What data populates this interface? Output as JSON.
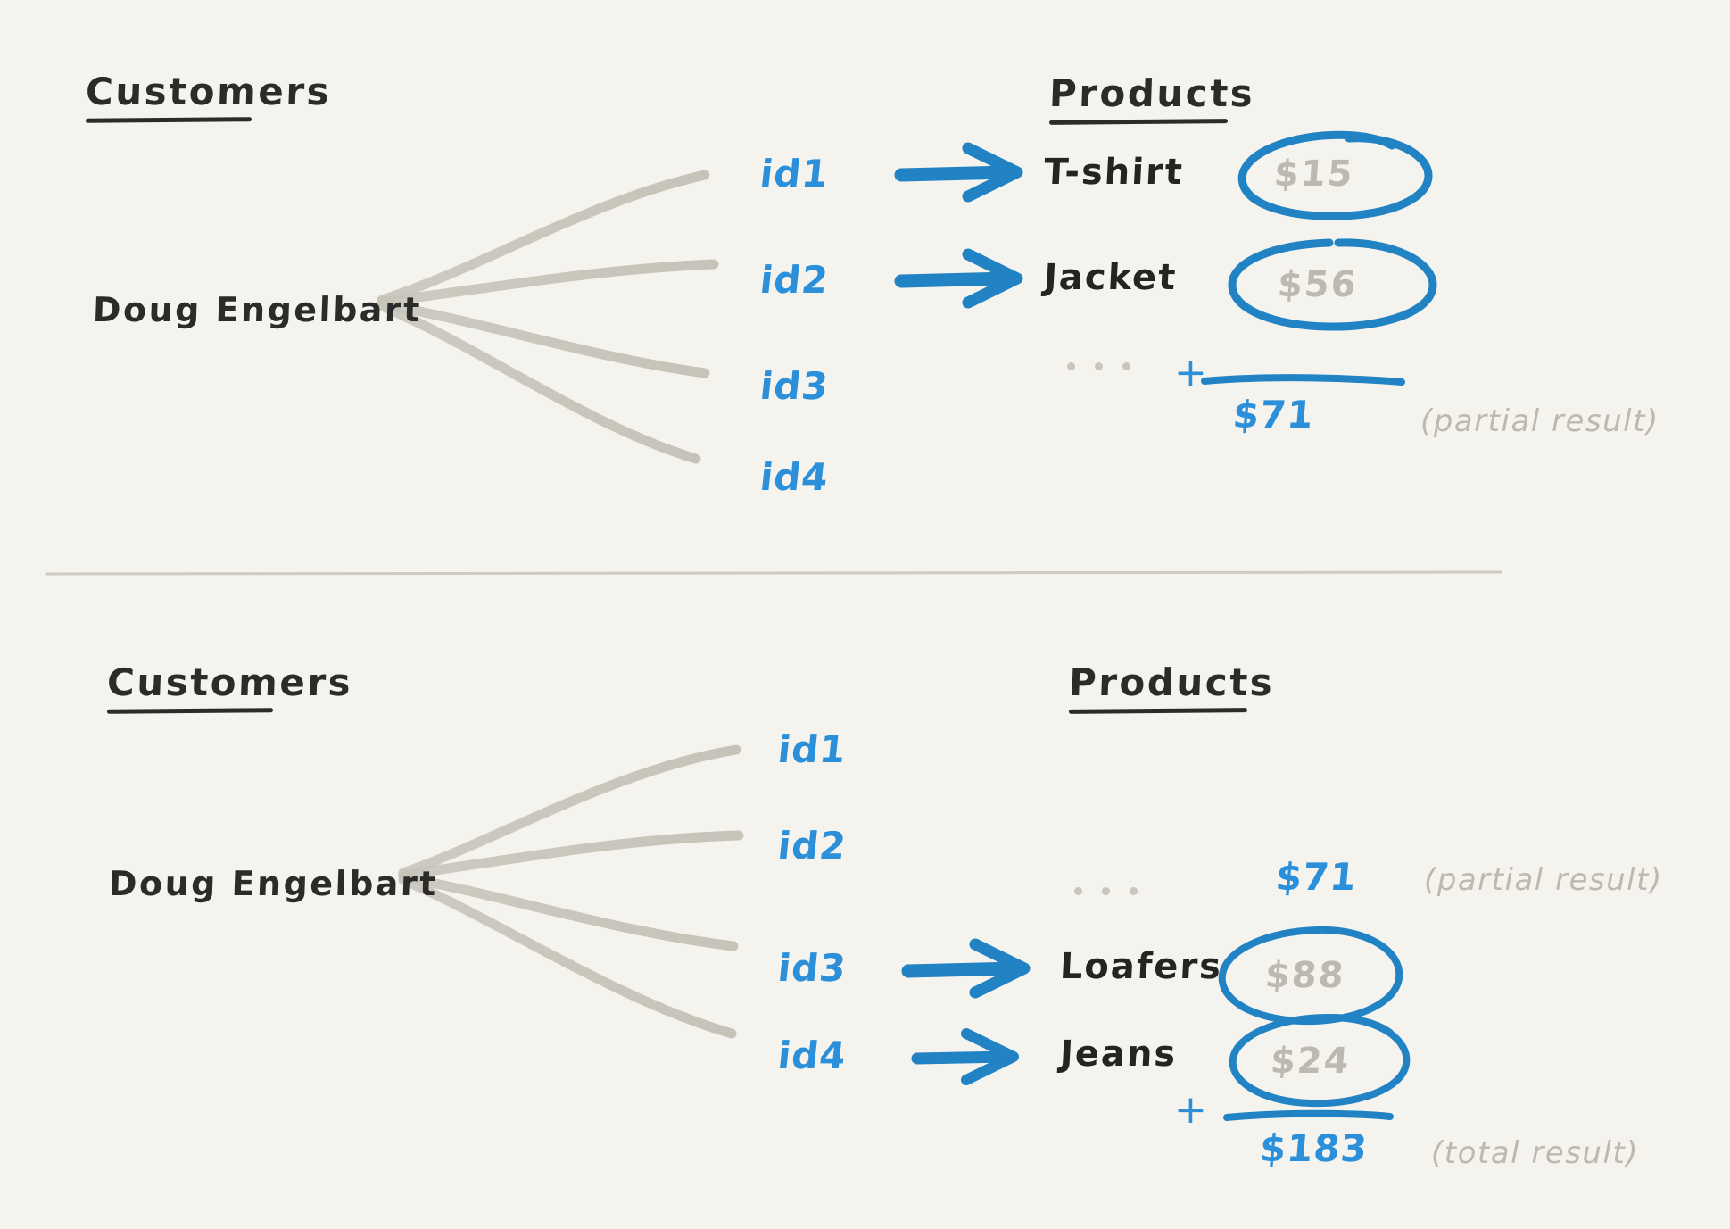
{
  "theme": {
    "background": "#f4f3ee",
    "ink": "#2b2b29",
    "accent_blue": "#2b90d9",
    "muted_grey": "#bcb9b0",
    "fan_line_grey": "#c6c3b9",
    "divider_grey": "#cdcac2"
  },
  "sections": [
    {
      "id": "top",
      "customers_heading": "Customers",
      "products_heading": "Products",
      "customer_name": "Doug Engelbart",
      "ids": [
        "id1",
        "id2",
        "id3",
        "id4"
      ],
      "mapped_rows": [
        {
          "id": "id1",
          "product": "T-shirt",
          "price": "$15",
          "circled": true
        },
        {
          "id": "id2",
          "product": "Jacket",
          "price": "$56",
          "circled": true
        }
      ],
      "ellipsis": "...",
      "plus": "+",
      "sum_amount": "$71",
      "sum_note": "(partial result)"
    },
    {
      "id": "bottom",
      "customers_heading": "Customers",
      "products_heading": "Products",
      "customer_name": "Doug Engelbart",
      "ids": [
        "id1",
        "id2",
        "id3",
        "id4"
      ],
      "carried_over": {
        "ellipsis": "...",
        "amount": "$71",
        "note": "(partial result)"
      },
      "mapped_rows": [
        {
          "id": "id3",
          "product": "Loafers",
          "price": "$88",
          "circled": true
        },
        {
          "id": "id4",
          "product": "Jeans",
          "price": "$24",
          "circled": true
        }
      ],
      "plus": "+",
      "sum_amount": "$183",
      "sum_note": "(total result)"
    }
  ],
  "chart_data": {
    "type": "diagram",
    "title": "Customers to Products join with partial and total aggregation",
    "entities": {
      "customer": "Doug Engelbart",
      "order_ids": [
        "id1",
        "id2",
        "id3",
        "id4"
      ]
    },
    "products": [
      {
        "order_id": "id1",
        "name": "T-shirt",
        "price": 15
      },
      {
        "order_id": "id2",
        "name": "Jacket",
        "price": 56
      },
      {
        "order_id": "id3",
        "name": "Loafers",
        "price": 88
      },
      {
        "order_id": "id4",
        "name": "Jeans",
        "price": 24
      }
    ],
    "aggregations": [
      {
        "label": "partial result",
        "value": 71,
        "components": [
          15,
          56
        ]
      },
      {
        "label": "total result",
        "value": 183,
        "components": [
          71,
          88,
          24
        ]
      }
    ]
  }
}
